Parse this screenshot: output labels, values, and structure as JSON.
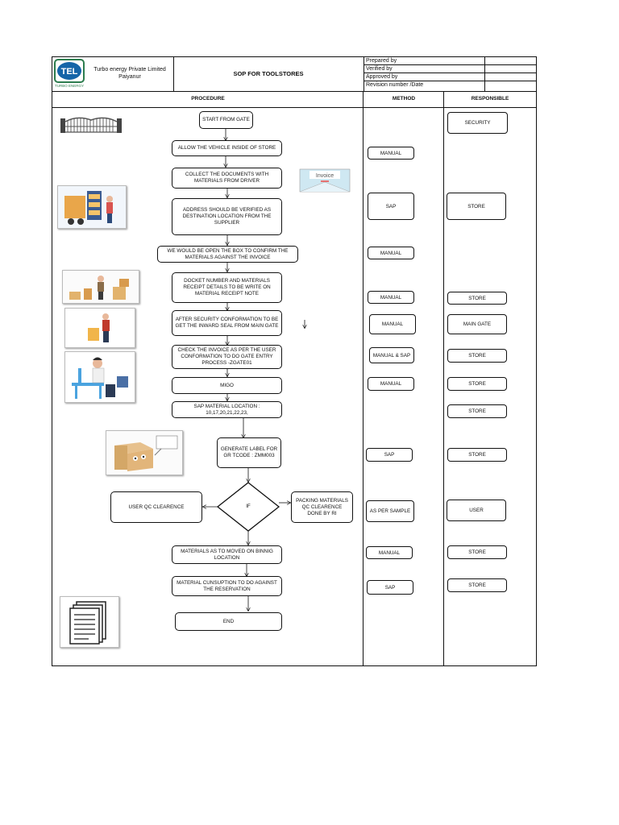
{
  "header": {
    "company_name": "Turbo energy Private Limited",
    "company_location": "Paiyanur",
    "logo_text": "TEL",
    "logo_subtext": "TURBO ENERGY",
    "title": "SOP FOR TOOLSTORES",
    "meta_rows": [
      "Prepared by",
      "Verified by",
      "Approved by",
      "Revision number /Date"
    ]
  },
  "columns": {
    "procedure": "PROCEDURE",
    "method": "METHOD",
    "responsible": "RESPONSIBLE"
  },
  "steps": {
    "start": "START FROM GATE",
    "allow_vehicle": "ALLOW THE VEHICLE INSIDE OF STORE",
    "collect_docs": "COLLECT THE DOCUMENTS WITH MATERIALS FROM DRIVER",
    "address_verify": "ADDRESS SHOULD BE VERIFIED AS DESTINATION LOCATION FROM THE SUPPLIER",
    "open_box": "WE WOULD BE OPEN THE BOX TO CONFIRM THE MATERIALS AGAINST THE INVOICE",
    "docket": "DOCKET NUMBER AND MATERIALS RECEIPT DETAILS TO BE WRITE ON MATERIAL RECEIPT NOTE",
    "security_conf": "AFTER SECURITY CONFORMATION TO BE GET THE INWARD SEAL FROM MAIN GATE",
    "check_invoice": "CHECK THE INVOICE AS PER THE USER CONFORMATION TO DO GATE ENTRY PROCESS -ZGATE01",
    "migo": "MIGO",
    "sap_location": "SAP MATERIAL LOCATION : 10,17,20,21,22,23,",
    "generate_label": "GENERATE LABEL FOR GR TCODE : ZMM003",
    "decision": "IF",
    "user_qc": "USER QC CLEARENCE",
    "packing_qc": "PACKING MATERIALS QC CLEARENCE DONE BY RI",
    "binning": "MATERIALS AS TO MOVED ON BINNIG LOCATION",
    "consumption": "MATERIAL CUNSUPTION TO DO AGAINST THE RESERVATION",
    "end": "END"
  },
  "invoice_label": "Invoice",
  "methods": [
    "MANUAL",
    "SAP",
    "MANUAL",
    "MANUAL",
    "MANUAL",
    "MANUAL & SAP",
    "MANUAL",
    "SAP",
    "AS PER SAMPLE",
    "MANUAL",
    "SAP"
  ],
  "responsibles": [
    "SECURITY",
    "STORE",
    "STORE",
    "MAIN GATE",
    "STORE",
    "STORE",
    "STORE",
    "STORE",
    "USER",
    "STORE",
    "STORE"
  ]
}
